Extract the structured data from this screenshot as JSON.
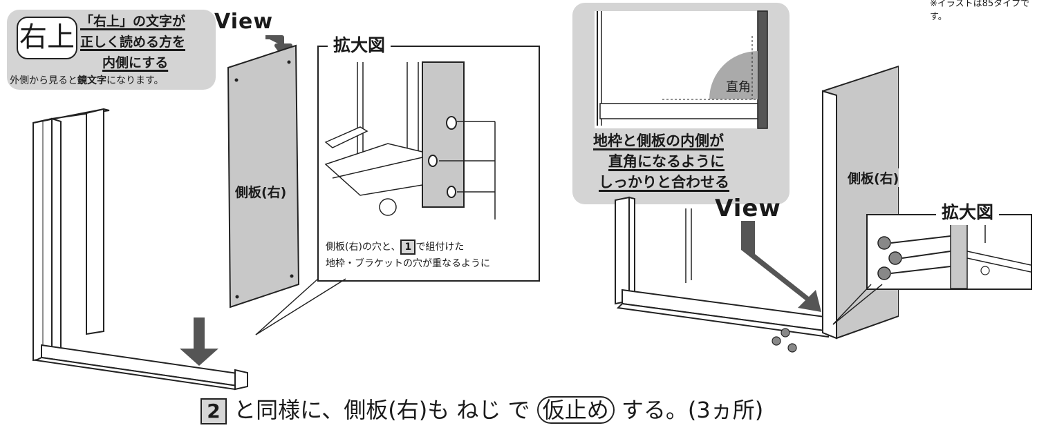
{
  "top_right_note": "※イラストは85タイプです。",
  "left_callout": {
    "stamp_text": "右上",
    "line1": "「右上」の文字が",
    "line2": "正しく読める方を",
    "line3": "内側にする",
    "footer_prefix": "外側から見ると",
    "footer_bold": "鏡文字",
    "footer_suffix": "になります。"
  },
  "view_label": "View",
  "side_panel_label": "側板(右)",
  "zoom_label": "拡大図",
  "zoom_caption": {
    "line1_a": "側板(右)の穴と、",
    "line1_num": "1",
    "line1_b": "で組付けた",
    "line2": "地枠・ブラケットの穴が重なるように"
  },
  "right_callout": {
    "angle_label": "直角",
    "line1": "地枠と側板の内側が",
    "line2": "直角になるように",
    "line3": "しっかりと合わせる"
  },
  "right_view_label": "View",
  "right_side_panel_label": "側板(右)",
  "right_zoom_label": "拡大図",
  "instruction": {
    "step_num": "2",
    "text_a": "と同様に、側板(右)も ねじ で",
    "badge": "仮止め",
    "text_b": "する。(3ヵ所)"
  }
}
